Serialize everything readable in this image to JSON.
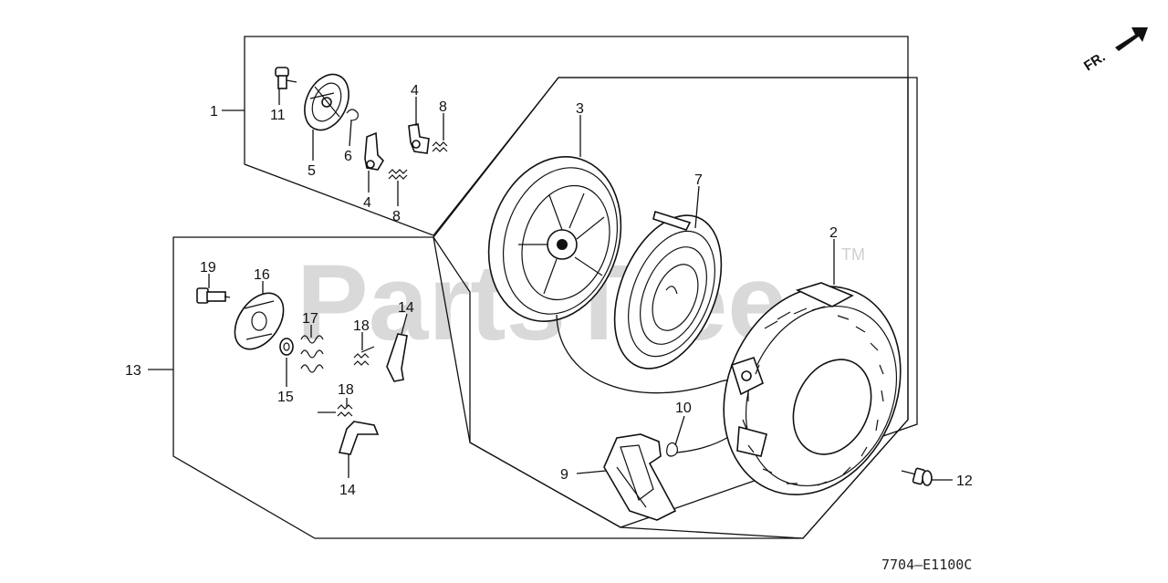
{
  "watermark": {
    "text": "PartsTree",
    "trademark": "TM"
  },
  "direction_indicator": "FR.",
  "drawing_code": "7704—E1100C",
  "callouts": [
    {
      "id": "c1",
      "label": "1"
    },
    {
      "id": "c11",
      "label": "11"
    },
    {
      "id": "c5",
      "label": "5"
    },
    {
      "id": "c6",
      "label": "6"
    },
    {
      "id": "c4a",
      "label": "4"
    },
    {
      "id": "c8a",
      "label": "8"
    },
    {
      "id": "c4b",
      "label": "4"
    },
    {
      "id": "c8b",
      "label": "8"
    },
    {
      "id": "c3",
      "label": "3"
    },
    {
      "id": "c7",
      "label": "7"
    },
    {
      "id": "c2",
      "label": "2"
    },
    {
      "id": "c19",
      "label": "19"
    },
    {
      "id": "c16",
      "label": "16"
    },
    {
      "id": "c17",
      "label": "17"
    },
    {
      "id": "c18a",
      "label": "18"
    },
    {
      "id": "c14a",
      "label": "14"
    },
    {
      "id": "c13",
      "label": "13"
    },
    {
      "id": "c15",
      "label": "15"
    },
    {
      "id": "c18b",
      "label": "18"
    },
    {
      "id": "c14b",
      "label": "14"
    },
    {
      "id": "c10",
      "label": "10"
    },
    {
      "id": "c9",
      "label": "9"
    },
    {
      "id": "c12",
      "label": "12"
    }
  ]
}
